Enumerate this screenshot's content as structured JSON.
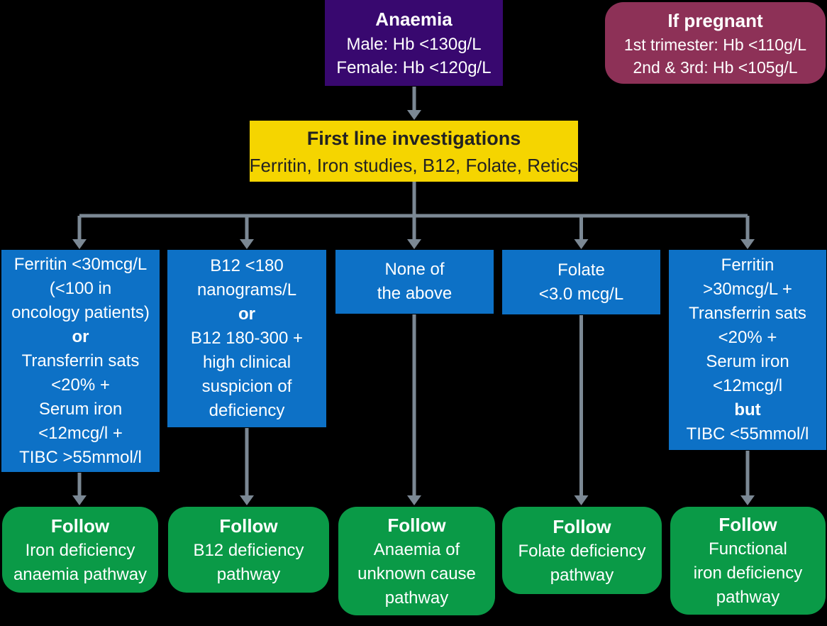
{
  "colors": {
    "background": "#000000",
    "start_box": "#38086f",
    "pregnant_box": "#8d3157",
    "investigations_box": "#f5d500",
    "criteria_box": "#0d71c6",
    "outcome_box": "#0a9a47",
    "arrow": "#7b8894",
    "text_light": "#ffffff",
    "text_dark": "#222222"
  },
  "nodes": {
    "anaemia": {
      "title": "Anaemia",
      "lines": [
        "Male: Hb <130g/L",
        "Female: Hb <120g/L"
      ]
    },
    "pregnant": {
      "title": "If pregnant",
      "lines": [
        "1st trimester: Hb <110g/L",
        "2nd & 3rd: Hb <105g/L"
      ]
    },
    "first_line": {
      "title": "First line investigations",
      "lines": [
        "Ferritin, Iron studies, B12, Folate, Retics"
      ]
    },
    "criteria_iron_deficiency": {
      "lines": [
        "Ferritin <30mcg/L",
        "(<100 in",
        "oncology patients)",
        "or",
        "Transferrin sats",
        "<20% +",
        "Serum iron",
        "<12mcg/l +",
        "TIBC >55mmol/l"
      ]
    },
    "criteria_b12": {
      "lines": [
        "B12 <180",
        "nanograms/L",
        "or",
        "B12 180-300 +",
        "high clinical",
        "suspicion of",
        "deficiency"
      ]
    },
    "criteria_none": {
      "lines": [
        "None of",
        "the above"
      ]
    },
    "criteria_folate": {
      "lines": [
        "Folate",
        "<3.0 mcg/L"
      ]
    },
    "criteria_functional_iron": {
      "lines": [
        "Ferritin",
        ">30mcg/L +",
        "Transferrin sats",
        "<20% +",
        "Serum iron",
        "<12mcg/l",
        "but",
        "TIBC <55mmol/l"
      ]
    },
    "outcome_iron": {
      "title": "Follow",
      "lines": [
        "Iron deficiency",
        "anaemia pathway"
      ]
    },
    "outcome_b12": {
      "title": "Follow",
      "lines": [
        "B12 deficiency",
        "pathway"
      ]
    },
    "outcome_unknown": {
      "title": "Follow",
      "lines": [
        "Anaemia of",
        "unknown cause",
        "pathway"
      ]
    },
    "outcome_folate": {
      "title": "Follow",
      "lines": [
        "Folate deficiency",
        "pathway"
      ]
    },
    "outcome_functional": {
      "title": "Follow",
      "lines": [
        "Functional",
        "iron deficiency",
        "pathway"
      ]
    }
  }
}
